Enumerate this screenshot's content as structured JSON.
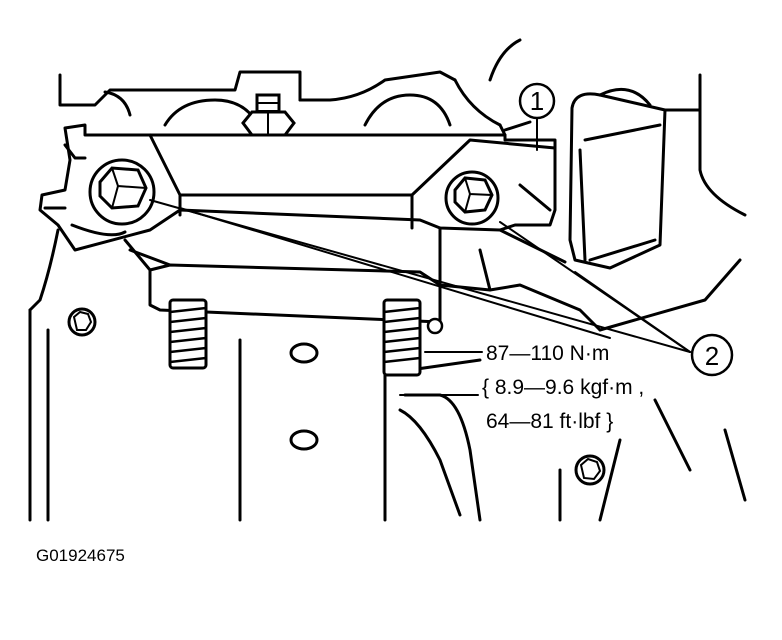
{
  "callouts": {
    "part_1": "1",
    "part_2": "2"
  },
  "torque": {
    "line1": "87—110 N·m",
    "line2": "{ 8.9—9.6 kgf·m ,",
    "line3": "64—81 ft·lbf }"
  },
  "figure_id": "G01924675",
  "colors": {
    "ink": "#000000",
    "paper": "#ffffff"
  }
}
